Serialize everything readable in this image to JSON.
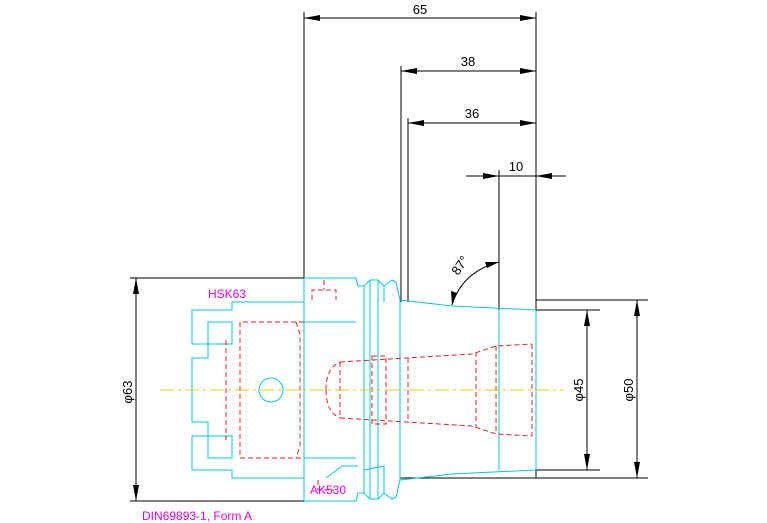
{
  "dimensions": {
    "d65": "65",
    "d38": "38",
    "d36": "36",
    "d10": "10",
    "angle": "87°",
    "dia63": "φ63",
    "dia45": "φ45",
    "dia50": "φ50"
  },
  "labels": {
    "interface": "HSK63",
    "collet": "AK530",
    "standard": "DIN69893-1, Form A"
  },
  "colors": {
    "outline": "#00c8d8",
    "hidden": "#e02020",
    "centerline": "#e8d000",
    "dimension": "#000000",
    "annotation": "#e000e0"
  }
}
